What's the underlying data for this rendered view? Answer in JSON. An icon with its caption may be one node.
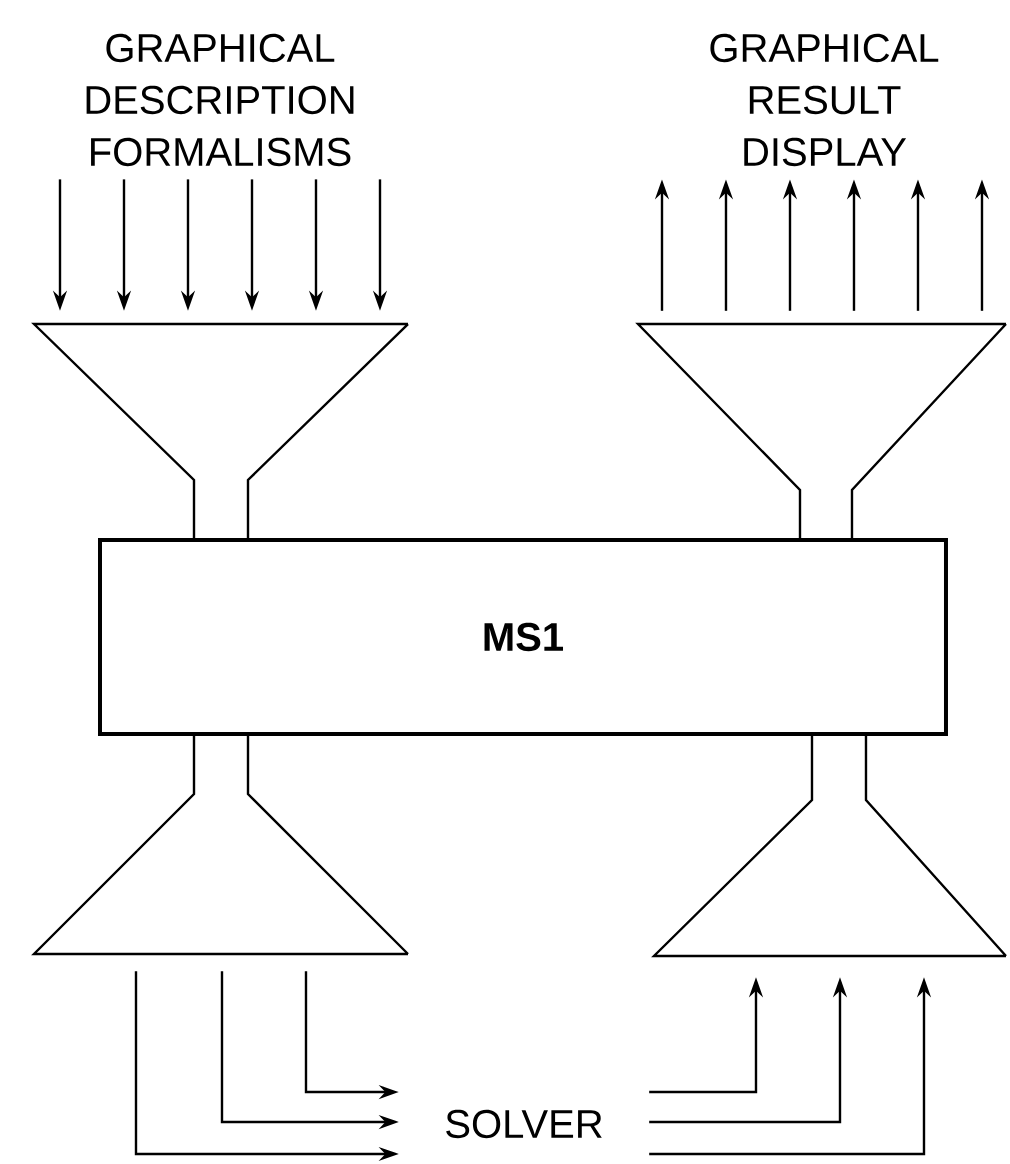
{
  "diagram": {
    "nodes": [
      {
        "text": [
          "GRAPHICAL DESCRIPTION FORMALISMS"
        ]
      },
      {
        "text": [
          "GRAPHICAL RESULT DISPLAY"
        ]
      },
      {
        "text": [
          "MS1"
        ]
      },
      {
        "text": [],
        "shape": "funnel"
      },
      {
        "text": [],
        "shape": "funnel"
      },
      {
        "text": [],
        "shape": "funnel"
      },
      {
        "text": [],
        "shape": "funnel"
      },
      {
        "text": [
          "SOLVER"
        ]
      }
    ],
    "edges": [
      {
        "from": 0,
        "to": 3,
        "arrow": "to"
      },
      {
        "from": 0,
        "to": 3,
        "arrow": "to"
      },
      {
        "from": 0,
        "to": 3,
        "arrow": "to"
      },
      {
        "from": 0,
        "to": 3,
        "arrow": "to"
      },
      {
        "from": 0,
        "to": 3,
        "arrow": "to"
      },
      {
        "from": 0,
        "to": 3,
        "arrow": "to"
      },
      {
        "from": 4,
        "to": 1,
        "arrow": "to"
      },
      {
        "from": 4,
        "to": 1,
        "arrow": "to"
      },
      {
        "from": 4,
        "to": 1,
        "arrow": "to"
      },
      {
        "from": 4,
        "to": 1,
        "arrow": "to"
      },
      {
        "from": 4,
        "to": 1,
        "arrow": "to"
      },
      {
        "from": 4,
        "to": 1,
        "arrow": "to"
      },
      {
        "from": 5,
        "to": 7,
        "arrow": "to"
      },
      {
        "from": 5,
        "to": 7,
        "arrow": "to"
      },
      {
        "from": 5,
        "to": 7,
        "arrow": "to"
      },
      {
        "from": 7,
        "to": 6,
        "arrow": "to"
      },
      {
        "from": 7,
        "to": 6,
        "arrow": "to"
      },
      {
        "from": 7,
        "to": 6,
        "arrow": "to"
      }
    ]
  }
}
